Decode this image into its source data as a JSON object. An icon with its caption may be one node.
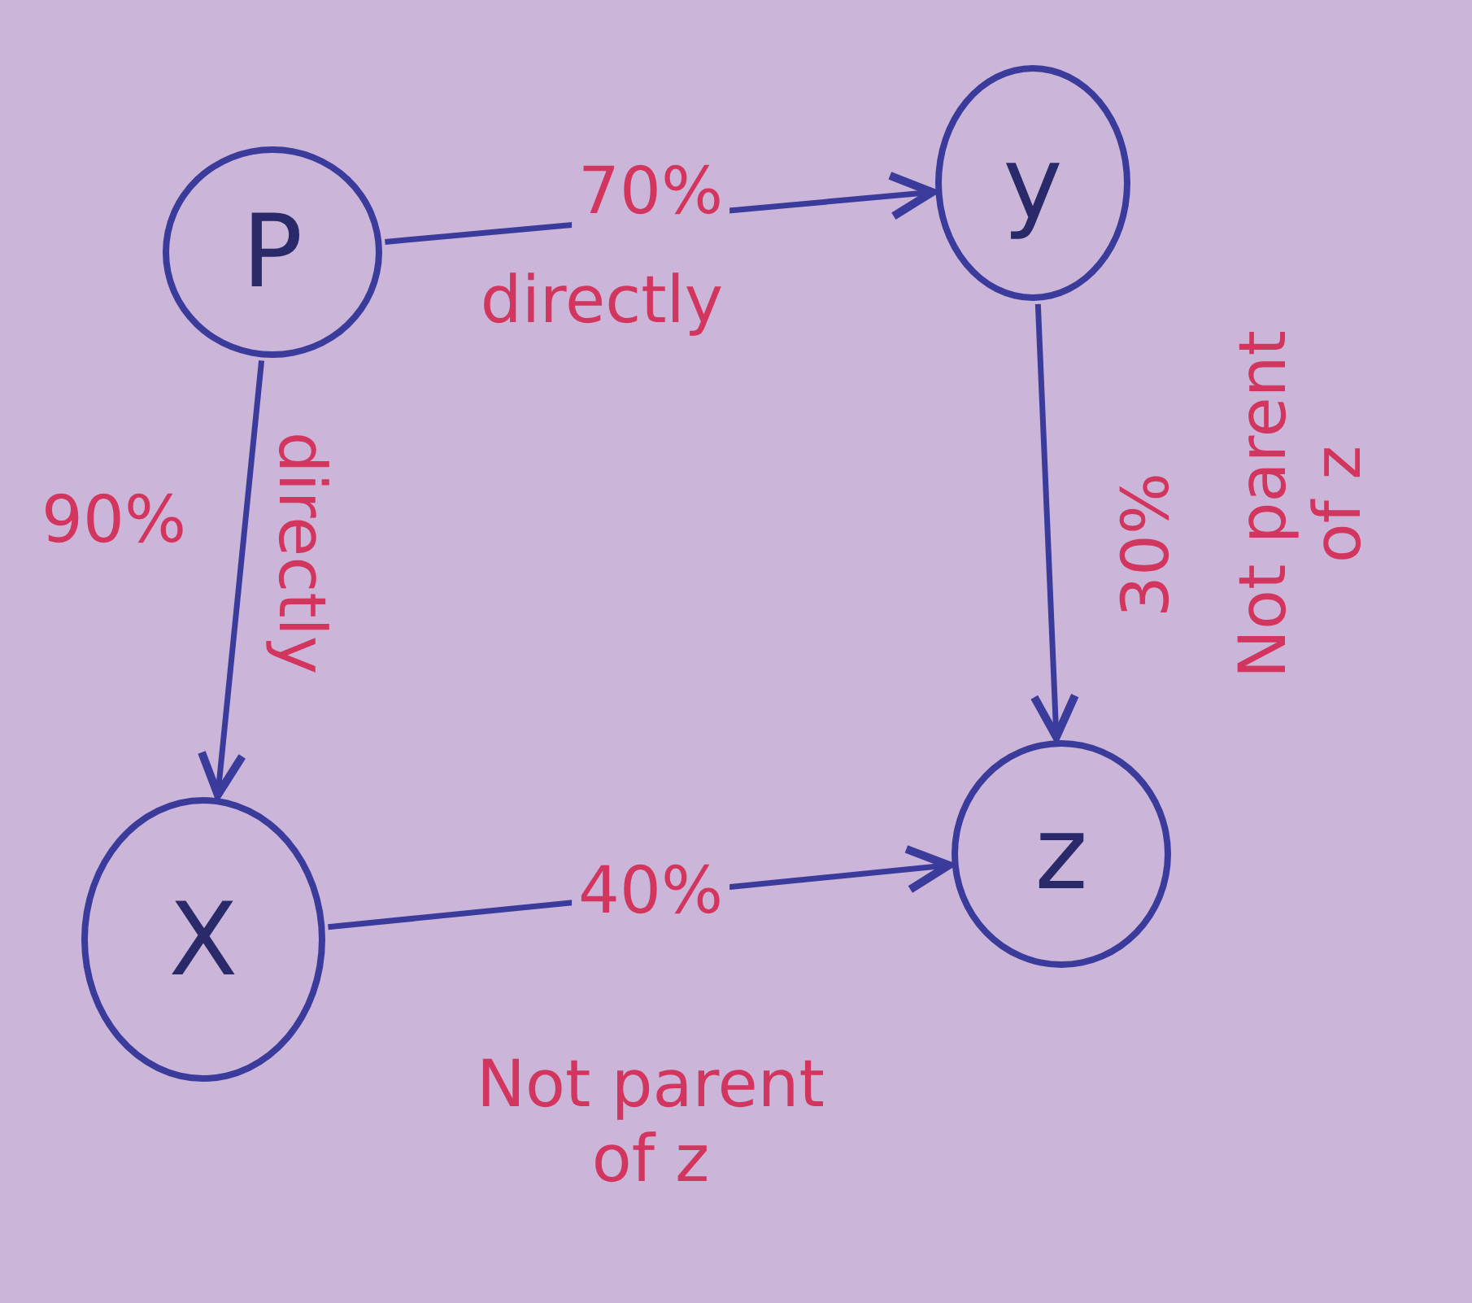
{
  "diagram": {
    "nodes": [
      {
        "text": [
          "P"
        ]
      },
      {
        "text": [
          "y"
        ]
      },
      {
        "text": [
          "X"
        ]
      },
      {
        "text": [
          "z"
        ]
      }
    ],
    "edges": [
      {
        "from": 0,
        "to": 1,
        "arrow": "to",
        "label": "70%"
      },
      {
        "from": 0,
        "to": 2,
        "arrow": "to",
        "label": "90%"
      },
      {
        "from": 1,
        "to": 3,
        "arrow": "to",
        "label": "30%"
      },
      {
        "from": 2,
        "to": 3,
        "arrow": "to",
        "label": "40%"
      }
    ],
    "labels": [
      "directly",
      "directly",
      "Not parent of z",
      "Not parent of z"
    ]
  }
}
